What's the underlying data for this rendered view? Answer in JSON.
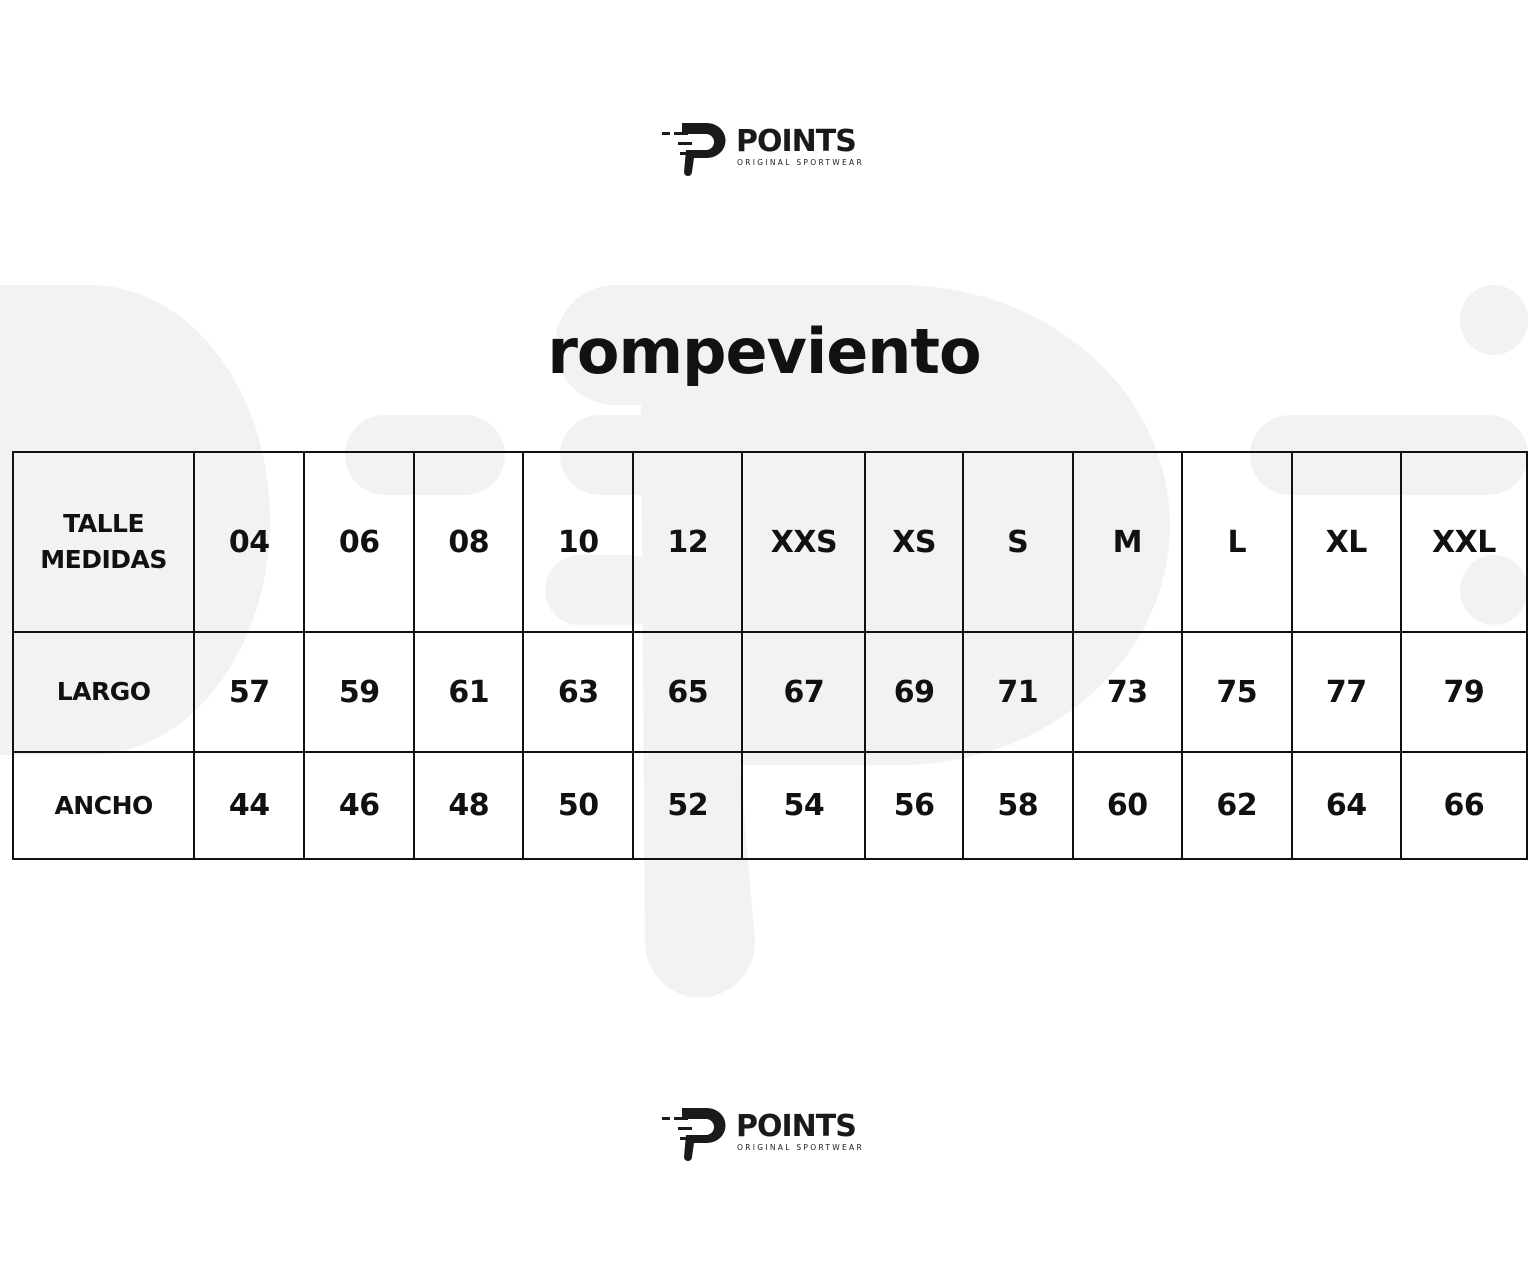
{
  "brand": {
    "name": "POINTS",
    "tagline": "ORIGINAL SPORTWEAR"
  },
  "title": "rompeviento",
  "table": {
    "header_label": [
      "TALLE",
      "MEDIDAS"
    ],
    "sizes": [
      "04",
      "06",
      "08",
      "10",
      "12",
      "XXS",
      "XS",
      "S",
      "M",
      "L",
      "XL",
      "XXL"
    ],
    "rows": [
      {
        "label": "LARGO",
        "values": [
          "57",
          "59",
          "61",
          "63",
          "65",
          "67",
          "69",
          "71",
          "73",
          "75",
          "77",
          "79"
        ]
      },
      {
        "label": "ANCHO",
        "values": [
          "44",
          "46",
          "48",
          "50",
          "52",
          "54",
          "56",
          "58",
          "60",
          "62",
          "64",
          "66"
        ]
      }
    ]
  },
  "colors": {
    "text": "#111111",
    "watermark": "#f2f2f2"
  }
}
